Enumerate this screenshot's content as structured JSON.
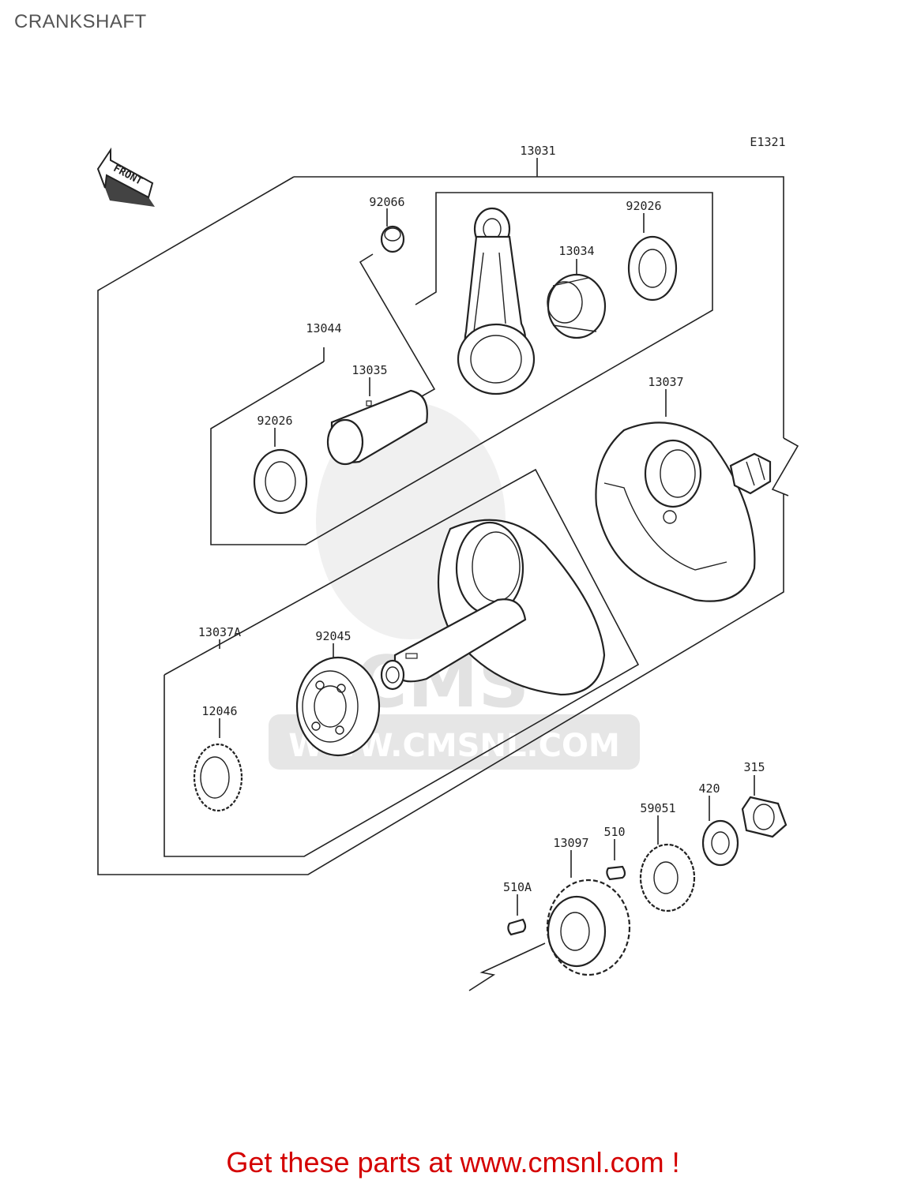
{
  "title": "CRANKSHAFT",
  "diagram_code": "E1321",
  "front_label": "FRONT",
  "watermark": {
    "text": "WWW.CMSNL.COM",
    "logo": "CMS"
  },
  "parts": {
    "p13031": "13031",
    "p92066": "92066",
    "p92026a": "92026",
    "p13034": "13034",
    "p13044": "13044",
    "p13035": "13035",
    "p92026b": "92026",
    "p13037": "13037",
    "p13037A": "13037A",
    "p92045": "92045",
    "p12046": "12046",
    "p315": "315",
    "p420": "420",
    "p59051": "59051",
    "p510": "510",
    "p13097": "13097",
    "p510A": "510A"
  },
  "call_to_action": "Get these parts at www.cmsnl.com !",
  "colors": {
    "cta": "#d40000",
    "line": "#222222",
    "title": "#555555"
  }
}
